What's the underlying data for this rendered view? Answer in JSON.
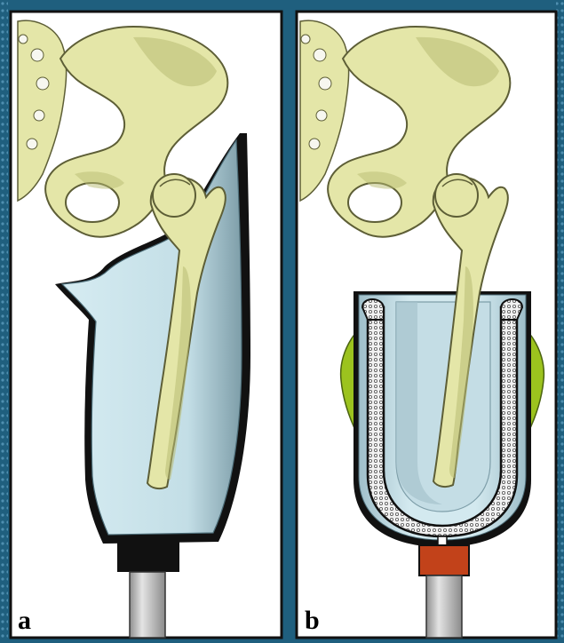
{
  "figure": {
    "panels": [
      {
        "id": "a",
        "label": "a",
        "illustration": "conventional-socket-prosthesis"
      },
      {
        "id": "b",
        "label": "b",
        "illustration": "liner-socket-prosthesis"
      }
    ],
    "colors": {
      "background": "#1f5f7e",
      "panel": "#ffffff",
      "bone": "#e4e6a8",
      "bone_shade": "#b8bb72",
      "socket": "#c9e2ea",
      "socket_shade": "#8fb1bd",
      "outline": "#111111",
      "pad": "#9cc31e",
      "connector_b": "#c2421a",
      "connector_a": "#111111",
      "pylon": "#b8b8b8"
    }
  }
}
